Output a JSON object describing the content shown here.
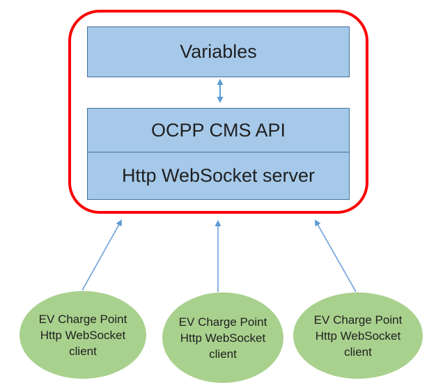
{
  "diagram": {
    "server_group": {
      "variables_label": "Variables",
      "api_label": "OCPP CMS API",
      "websocket_server_label": "Http WebSocket server"
    },
    "clients": [
      {
        "label": "EV Charge Point\nHttp WebSocket\nclient"
      },
      {
        "label": "EV Charge Point\nHttp WebSocket\nclient"
      },
      {
        "label": "EV Charge Point\nHttp WebSocket\nclient"
      }
    ],
    "colors": {
      "container_border": "#fb0000",
      "box_fill": "#a6c9e9",
      "box_border": "#41719c",
      "client_fill": "#a9d18e",
      "arrow": "#5b9bd5",
      "text": "#1f1f1f"
    }
  }
}
